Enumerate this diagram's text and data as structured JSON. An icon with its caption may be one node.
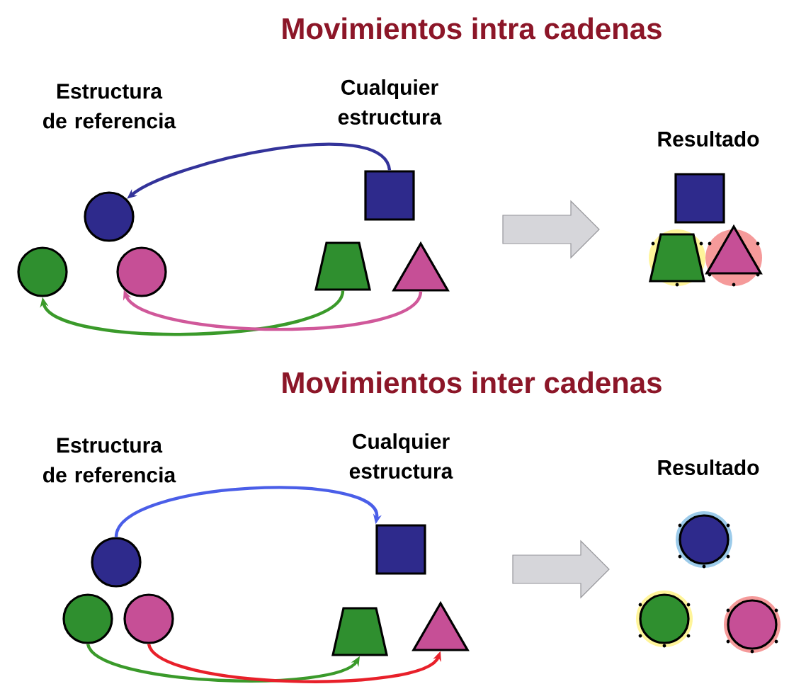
{
  "diagram": {
    "nodes": [
      {
        "text": [],
        "shape": "circle"
      },
      {
        "text": [],
        "shape": "circle"
      },
      {
        "text": [],
        "shape": "circle"
      },
      {
        "text": [],
        "shape": "box"
      },
      {
        "text": [],
        "shape": "trapezoid"
      },
      {
        "text": [],
        "shape": "triangle"
      },
      {
        "text": [],
        "shape": "box"
      },
      {
        "text": [],
        "shape": "trapezoid"
      },
      {
        "text": [],
        "shape": "triangle"
      },
      {
        "text": [],
        "shape": "circle"
      },
      {
        "text": [],
        "shape": "circle"
      },
      {
        "text": [],
        "shape": "circle"
      },
      {
        "text": [],
        "shape": "box"
      },
      {
        "text": [],
        "shape": "trapezoid"
      },
      {
        "text": [],
        "shape": "triangle"
      },
      {
        "text": [],
        "shape": "circle"
      },
      {
        "text": [],
        "shape": "circle"
      },
      {
        "text": [],
        "shape": "circle"
      }
    ],
    "edges": [
      {
        "from": 3,
        "to": 0,
        "arrow": "to",
        "color": "#33339a"
      },
      {
        "from": 4,
        "to": 1,
        "arrow": "to",
        "color": "#3a9a2a"
      },
      {
        "from": 5,
        "to": 2,
        "arrow": "to",
        "color": "#d0589a"
      },
      {
        "from": 9,
        "to": 12,
        "arrow": "to",
        "color": "#4a5ee8"
      },
      {
        "from": 10,
        "to": 13,
        "arrow": "to",
        "color": "#3a9a2a"
      },
      {
        "from": 11,
        "to": 14,
        "arrow": "to",
        "color": "#e8202a"
      }
    ],
    "labels": [
      "Movimientos intra cadenas",
      "Estructura de referencia",
      "Cualquier estructura",
      "Resultado",
      "Movimientos inter cadenas",
      "Estructura de referencia",
      "Cualquier estructura",
      "Resultado"
    ]
  }
}
